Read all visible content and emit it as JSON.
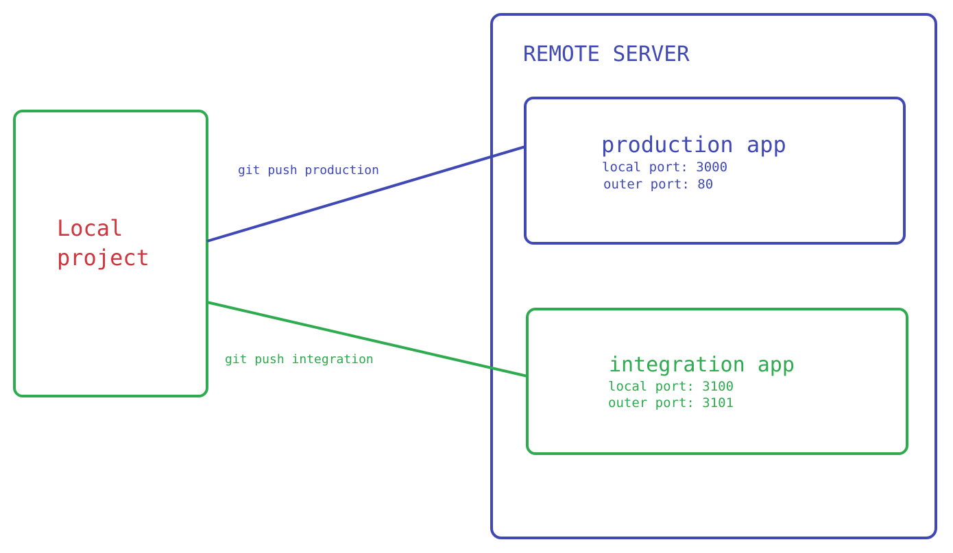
{
  "nodes": {
    "local_project": {
      "label": "Local\nproject",
      "color": "#d0343d",
      "border_color": "#2eaa4f"
    },
    "remote_server": {
      "label": "REMOTE SERVER",
      "color": "#3f48b5"
    },
    "production_app": {
      "title": "production app",
      "local_port": "local port: 3000",
      "outer_port": "outer port: 80",
      "color": "#3f48b5"
    },
    "integration_app": {
      "title": "integration app",
      "local_port": "local port: 3100",
      "outer_port": "outer port: 3101",
      "color": "#2eaa4f"
    }
  },
  "edges": [
    {
      "from": "local_project",
      "to": "production_app",
      "label": "git push production",
      "color": "#3f48b5"
    },
    {
      "from": "local_project",
      "to": "integration_app",
      "label": "git push integration",
      "color": "#2eaa4f"
    }
  ]
}
